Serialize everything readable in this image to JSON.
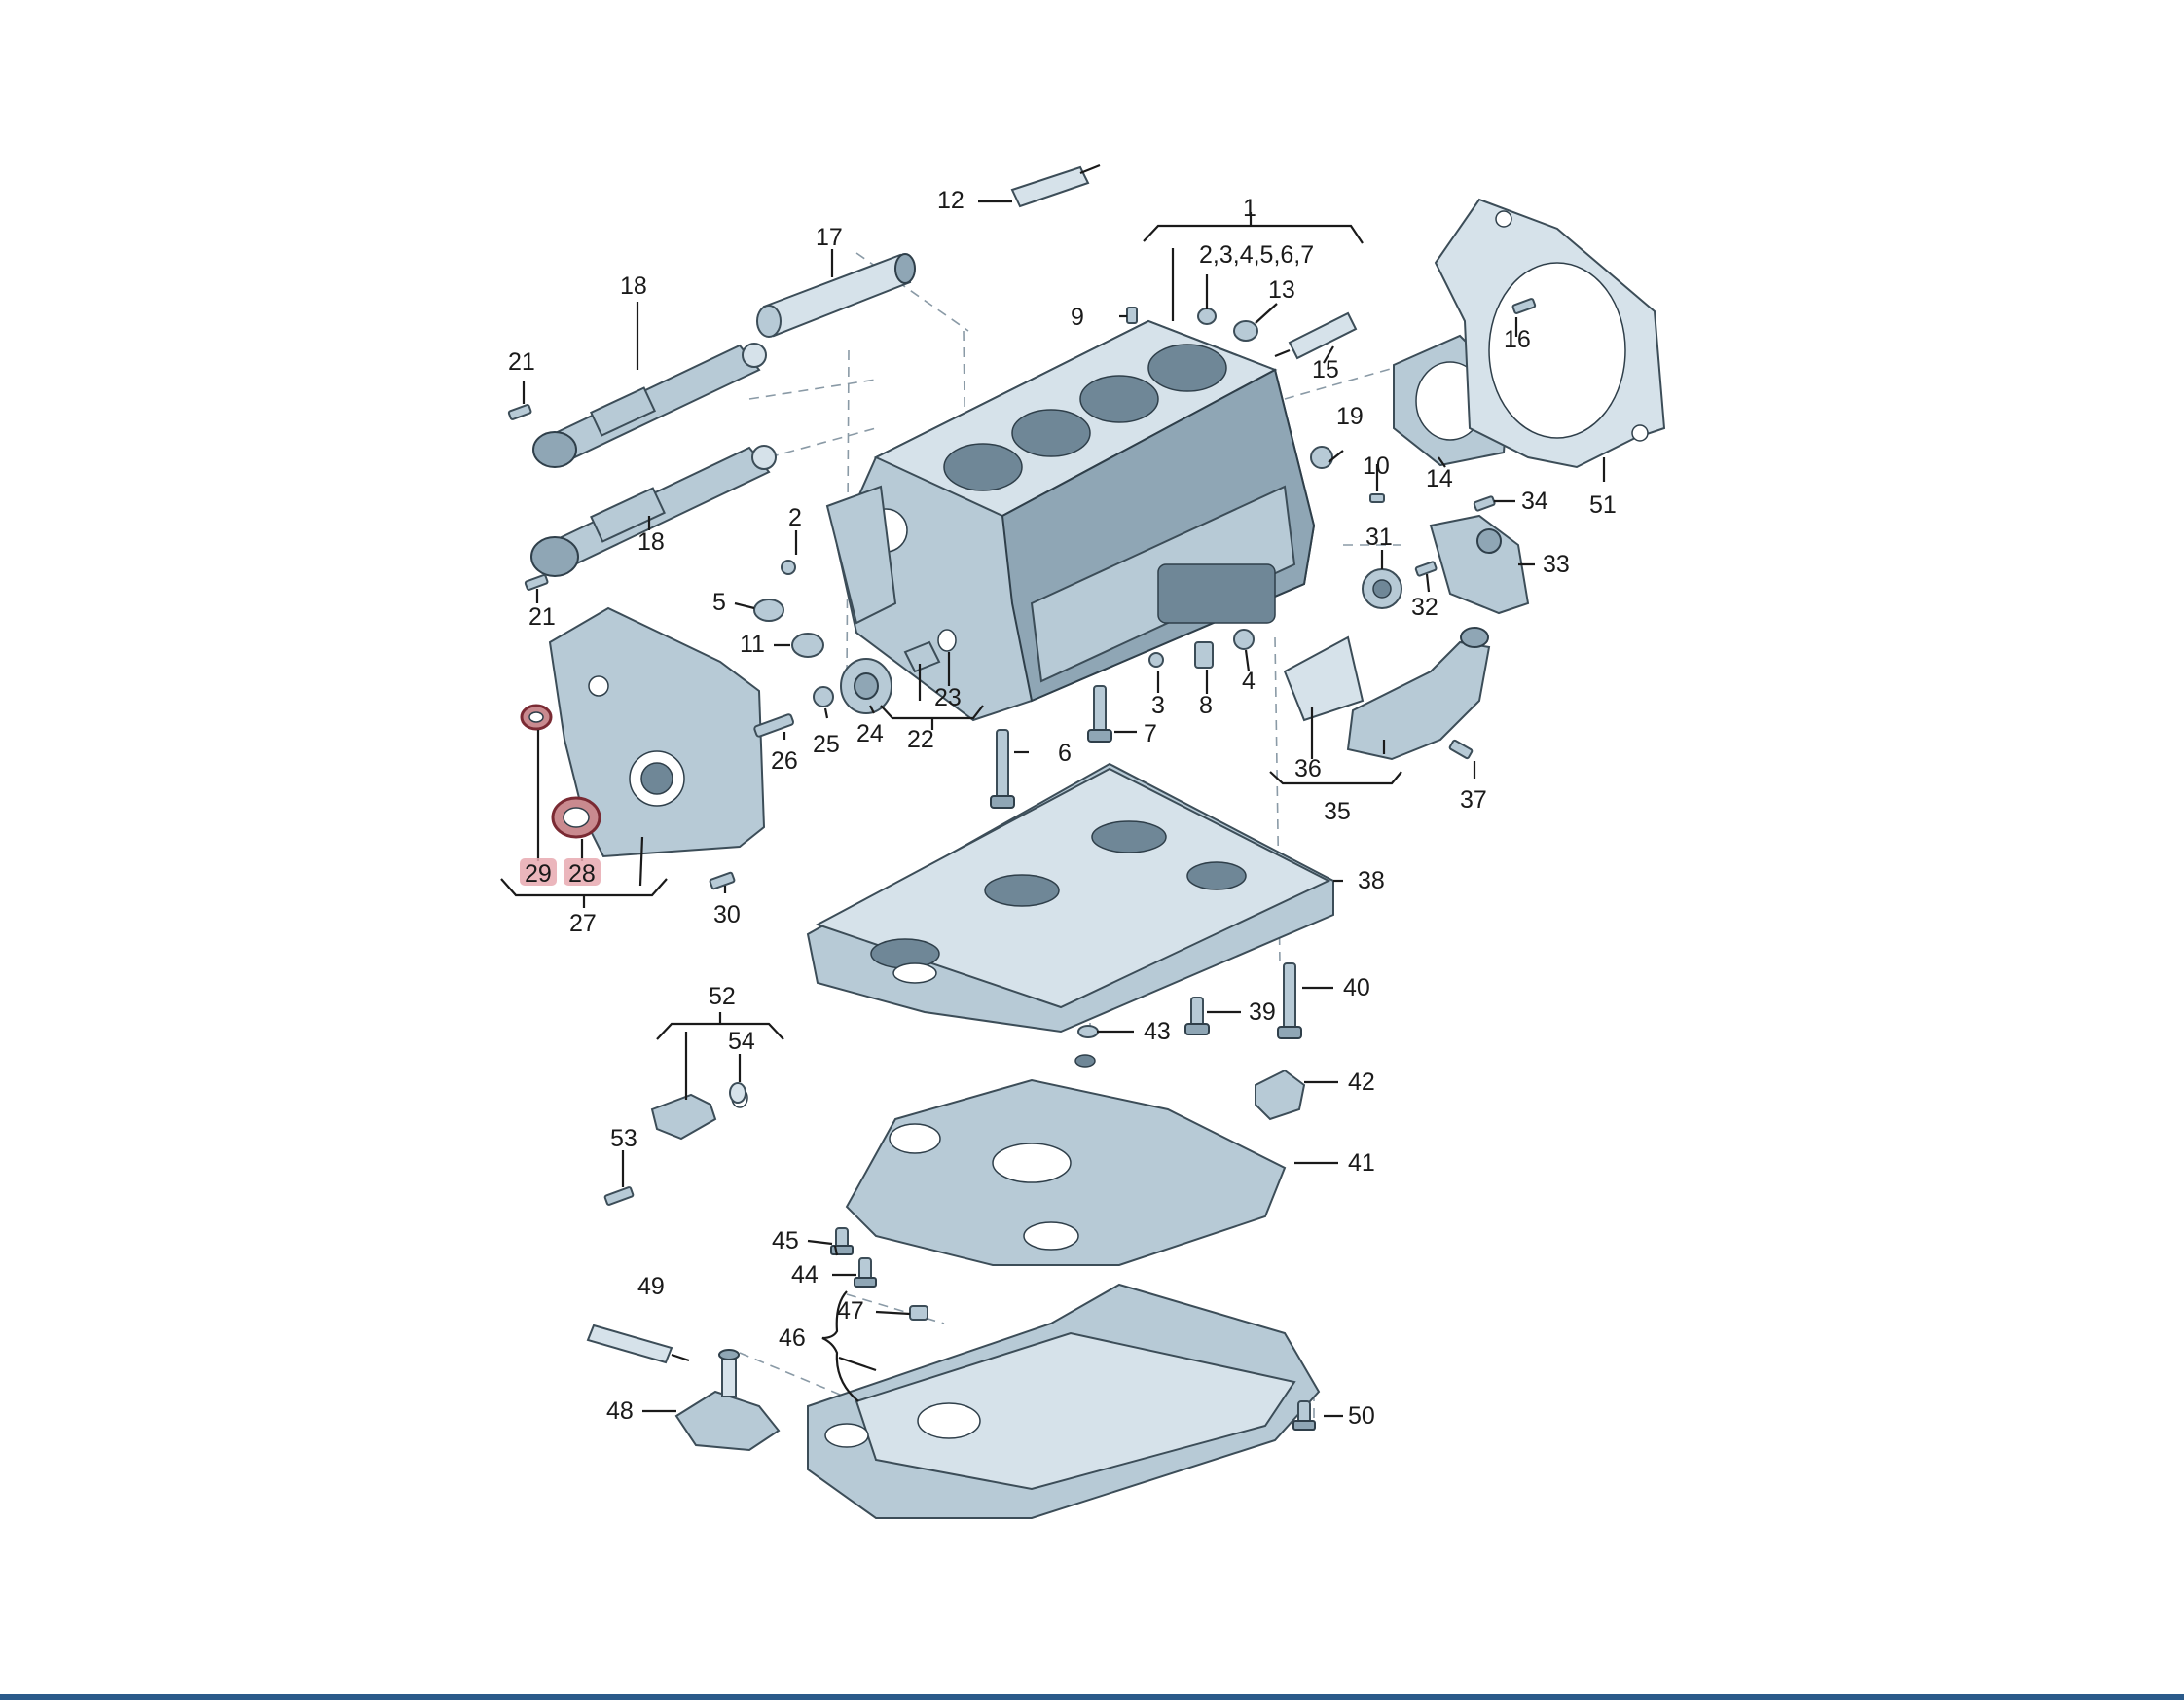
{
  "callouts": {
    "c1": "1",
    "c2347": "2,3,4,5,6,7",
    "c2": "2",
    "c3": "3",
    "c4": "4",
    "c5": "5",
    "c6": "6",
    "c7": "7",
    "c8": "8",
    "c9": "9",
    "c10": "10",
    "c11": "11",
    "c12": "12",
    "c13": "13",
    "c14": "14",
    "c15": "15",
    "c16": "16",
    "c17": "17",
    "c18a": "18",
    "c18b": "18",
    "c19": "19",
    "c21a": "21",
    "c21b": "21",
    "c22": "22",
    "c23": "23",
    "c24": "24",
    "c25": "25",
    "c26": "26",
    "c27": "27",
    "c28": "28",
    "c29": "29",
    "c30": "30",
    "c31": "31",
    "c32": "32",
    "c33": "33",
    "c34": "34",
    "c35": "35",
    "c36": "36",
    "c37": "37",
    "c38": "38",
    "c39": "39",
    "c40": "40",
    "c41": "41",
    "c42": "42",
    "c43": "43",
    "c44": "44",
    "c45": "45",
    "c46": "46",
    "c47": "47",
    "c48": "48",
    "c49": "49",
    "c50": "50",
    "c51": "51",
    "c52": "52",
    "c53": "53",
    "c54": "54"
  },
  "highlighted_callouts": [
    "28",
    "29"
  ],
  "colors": {
    "part_fill": "#b7cad6",
    "part_outline": "#3c4d58",
    "highlight": "#e8a9b0",
    "bottom_bar": "#2a5a8a"
  }
}
